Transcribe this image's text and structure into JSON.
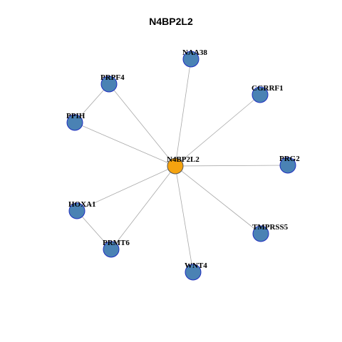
{
  "title": "N4BP2L2",
  "colors": {
    "center_fill": "#f5a30f",
    "node_fill": "#4a82b4",
    "node_stroke": "#1f2fbf",
    "edge": "#a8a8a8"
  },
  "network": {
    "center": "N4BP2L2",
    "nodes": [
      {
        "id": "N4BP2L2",
        "label": "N4BP2L2",
        "role": "center"
      },
      {
        "id": "NAA38",
        "label": "NAA38",
        "role": "neighbor"
      },
      {
        "id": "PRPF4",
        "label": "PRPF4",
        "role": "neighbor"
      },
      {
        "id": "CGRRF1",
        "label": "CGRRF1",
        "role": "neighbor"
      },
      {
        "id": "PPIH",
        "label": "PPIH",
        "role": "neighbor"
      },
      {
        "id": "PRG2",
        "label": "PRG2",
        "role": "neighbor"
      },
      {
        "id": "HOXA1",
        "label": "HOXA1",
        "role": "neighbor"
      },
      {
        "id": "TMPRSS5",
        "label": "TMPRSS5",
        "role": "neighbor"
      },
      {
        "id": "PRMT6",
        "label": "PRMT6",
        "role": "neighbor"
      },
      {
        "id": "WNT4",
        "label": "WNT4",
        "role": "neighbor"
      }
    ],
    "edges": [
      [
        "N4BP2L2",
        "NAA38"
      ],
      [
        "N4BP2L2",
        "PRPF4"
      ],
      [
        "N4BP2L2",
        "PPIH"
      ],
      [
        "N4BP2L2",
        "CGRRF1"
      ],
      [
        "N4BP2L2",
        "PRG2"
      ],
      [
        "N4BP2L2",
        "TMPRSS5"
      ],
      [
        "N4BP2L2",
        "WNT4"
      ],
      [
        "N4BP2L2",
        "PRMT6"
      ],
      [
        "N4BP2L2",
        "HOXA1"
      ],
      [
        "PRPF4",
        "PPIH"
      ],
      [
        "HOXA1",
        "PRMT6"
      ]
    ]
  }
}
